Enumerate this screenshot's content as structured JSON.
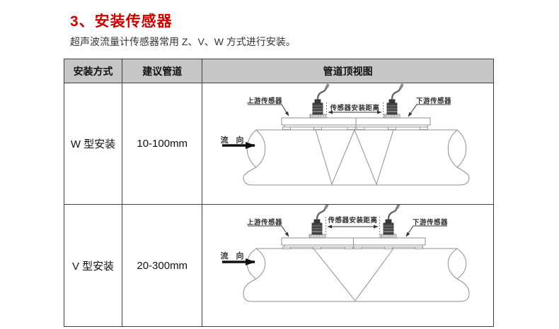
{
  "page": {
    "title": "3、安装传感器",
    "subtitle": "超声波流量计传感器常用 Z、V、W 方式进行安装。"
  },
  "colors": {
    "title_red": "#cc0000",
    "header_bg": "#c6c6c6",
    "table_border": "#404040",
    "diagram_line": "#8f8f8f",
    "diagram_text": "#333333",
    "flow_arrow": "#111111"
  },
  "table": {
    "headers": [
      "安装方式",
      "建议管道",
      "管道顶视图"
    ],
    "rows": [
      {
        "method": "W 型安装",
        "pipe_range": "10-100mm",
        "diagram_type": "W"
      },
      {
        "method": "V 型安装",
        "pipe_range": "20-300mm",
        "diagram_type": "V"
      }
    ]
  },
  "diagram_labels": {
    "upstream_sensor": "上游传感器",
    "sensor_distance": "传感器安装距离",
    "downstream_sensor": "下游传感器",
    "flow_direction": "流 向"
  }
}
